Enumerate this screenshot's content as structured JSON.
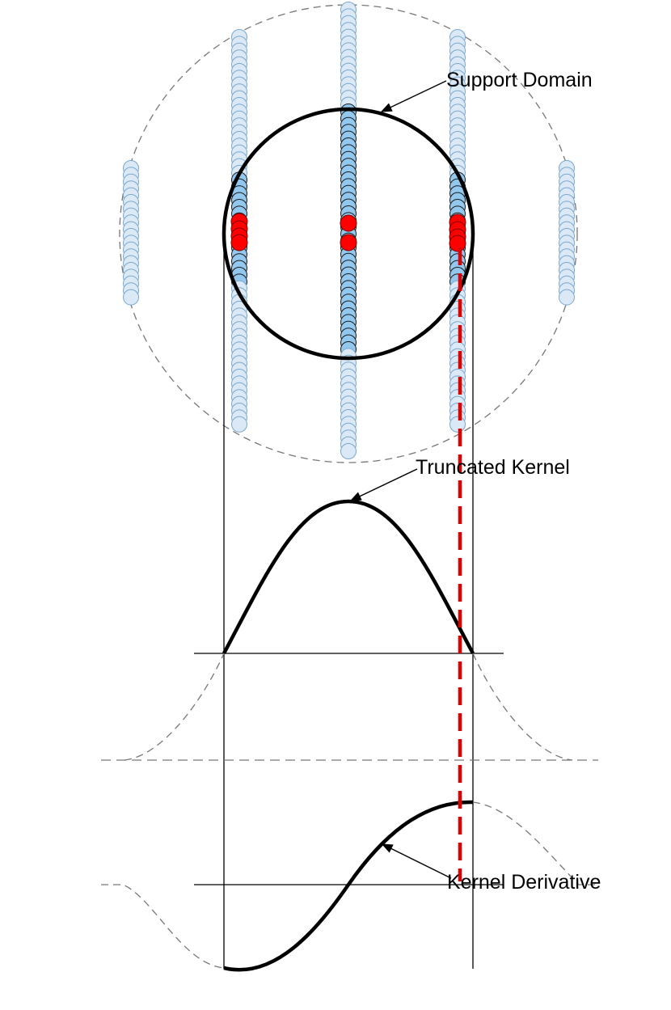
{
  "labels": {
    "support_domain": "Support Domain",
    "truncated_kernel": "Truncated Kernel",
    "kernel_derivative": "Kernel Derivative"
  },
  "colors": {
    "particle_fill_light": "#dbe9f7",
    "particle_fill": "#93c8ee",
    "particle_active_fill": "#ff0000",
    "support_circle": "#000000",
    "dashed_guides": "#777777",
    "marker_line": "#e00000"
  }
}
